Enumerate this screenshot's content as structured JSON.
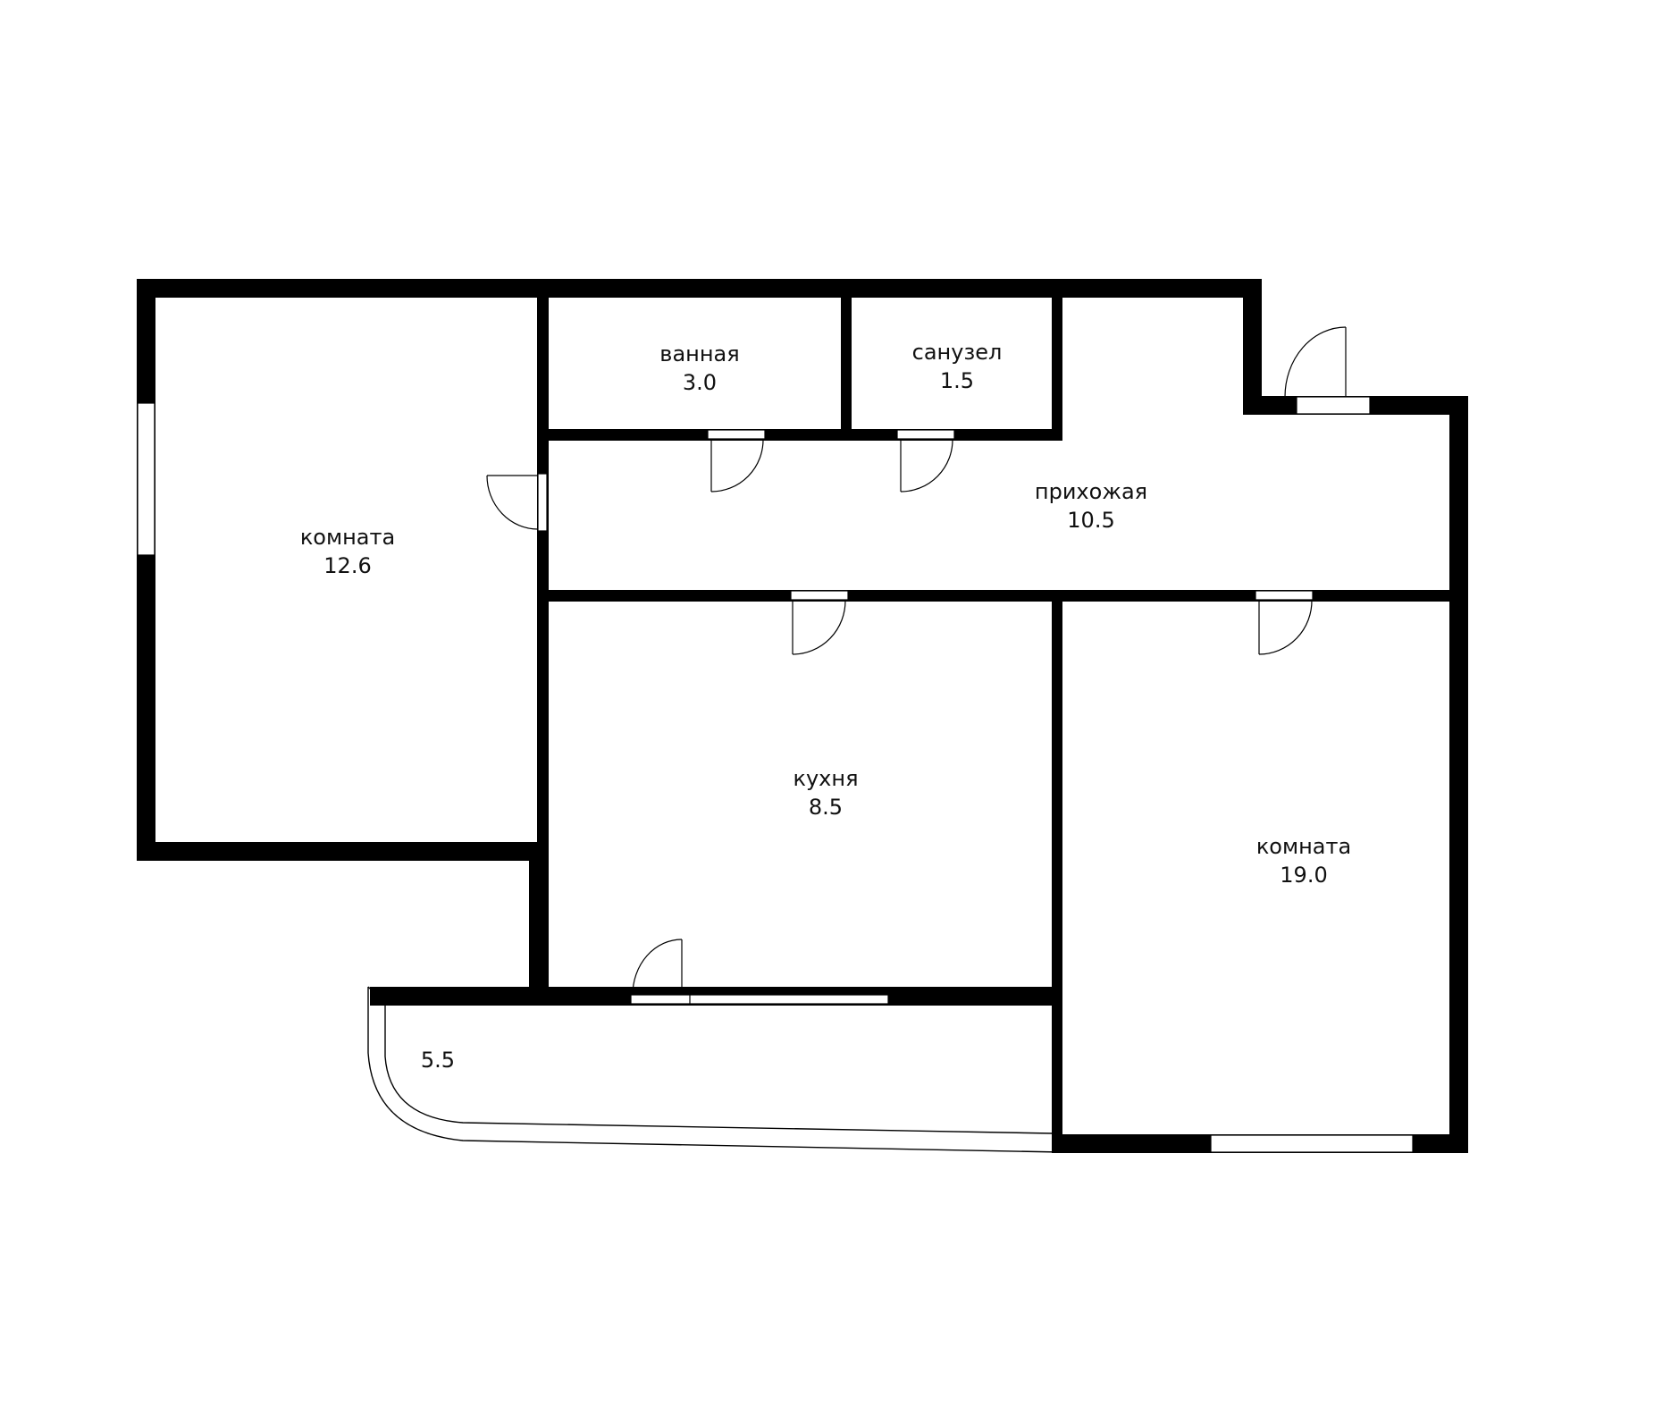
{
  "plan": {
    "colors": {
      "wall": "#000000",
      "background": "#ffffff",
      "text": "#111111"
    },
    "rooms": [
      {
        "id": "room-left",
        "name": "комната",
        "area": "12.6"
      },
      {
        "id": "bathroom",
        "name": "ванная",
        "area": "3.0"
      },
      {
        "id": "toilet",
        "name": "санузел",
        "area": "1.5"
      },
      {
        "id": "hallway",
        "name": "прихожая",
        "area": "10.5"
      },
      {
        "id": "kitchen",
        "name": "кухня",
        "area": "8.5"
      },
      {
        "id": "room-right",
        "name": "комната",
        "area": "19.0"
      },
      {
        "id": "balcony",
        "name": "",
        "area": "5.5"
      }
    ]
  }
}
